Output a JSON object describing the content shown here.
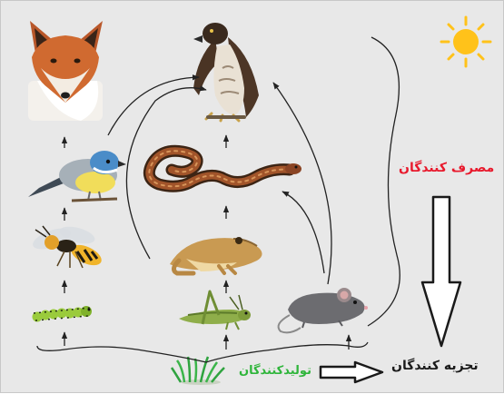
{
  "labels": {
    "consumers": "مصرف کنندگان",
    "decomposers": "تجزیه کنندگان",
    "producers": "تولیدکنندگان"
  },
  "colors": {
    "consumers": "#e8192c",
    "decomposers": "#1a1a1a",
    "producers": "#2fb53b",
    "sun": "#ffc21a",
    "arrow": "#222222",
    "background": "#e8e8e8"
  },
  "organisms": [
    {
      "name": "fox",
      "icon": "fox-icon"
    },
    {
      "name": "eagle",
      "icon": "eagle-icon"
    },
    {
      "name": "bird",
      "icon": "bird-icon"
    },
    {
      "name": "snake",
      "icon": "snake-icon"
    },
    {
      "name": "wasp",
      "icon": "wasp-icon"
    },
    {
      "name": "frog",
      "icon": "frog-icon"
    },
    {
      "name": "caterpillar",
      "icon": "caterpillar-icon"
    },
    {
      "name": "grasshopper",
      "icon": "grasshopper-icon"
    },
    {
      "name": "mouse",
      "icon": "mouse-icon"
    },
    {
      "name": "grass",
      "icon": "grass-icon"
    },
    {
      "name": "sun",
      "icon": "sun-icon"
    }
  ]
}
